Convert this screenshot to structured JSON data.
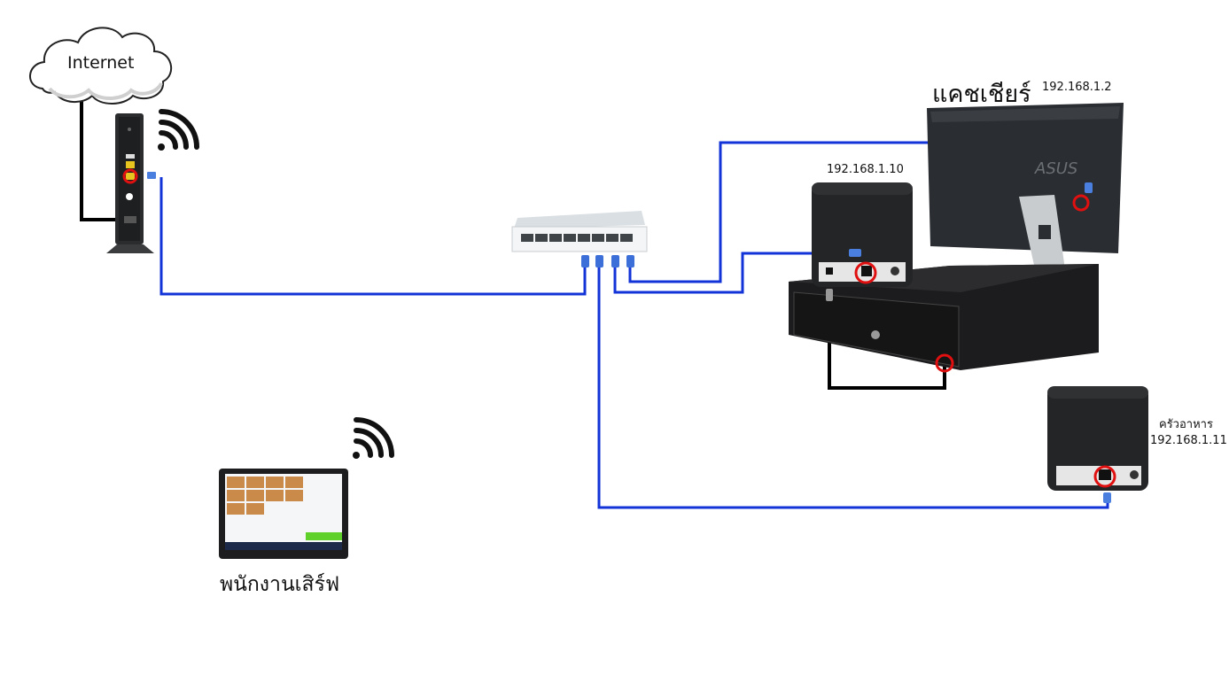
{
  "diagram": {
    "title": "POS network diagram",
    "colors": {
      "lan_cable": "#1133d8",
      "drawer_cable": "#000000",
      "internet_cable": "#000000",
      "highlight_ring": "#e01010",
      "device_dark": "#222426",
      "tablet_accent": "#5fd12a"
    },
    "nodes": [
      {
        "id": "internet",
        "label": "Internet",
        "icon": "cloud-icon"
      },
      {
        "id": "router",
        "label": "",
        "icon": "router-icon",
        "wireless": true
      },
      {
        "id": "switch",
        "label": "",
        "icon": "network-switch-icon",
        "ports": 8
      },
      {
        "id": "cashier",
        "label": "แคชเชียร์",
        "ip": "192.168.1.2",
        "icon": "all-in-one-pc-icon"
      },
      {
        "id": "receipt_printer",
        "label": "",
        "ip": "192.168.1.10",
        "icon": "receipt-printer-icon"
      },
      {
        "id": "cash_drawer",
        "label": "",
        "icon": "cash-drawer-icon"
      },
      {
        "id": "kitchen_printer",
        "label": "ครัวอาหาร",
        "ip": "192.168.1.11",
        "icon": "kitchen-printer-icon"
      },
      {
        "id": "waiter_tablet",
        "label": "พนักงานเสิร์ฟ",
        "icon": "tablet-icon",
        "wireless": true
      }
    ],
    "edges": [
      {
        "from": "internet",
        "to": "router",
        "type": "wan"
      },
      {
        "from": "router",
        "to": "switch",
        "type": "lan"
      },
      {
        "from": "switch",
        "to": "cashier",
        "type": "lan"
      },
      {
        "from": "switch",
        "to": "receipt_printer",
        "type": "lan"
      },
      {
        "from": "switch",
        "to": "kitchen_printer",
        "type": "lan"
      },
      {
        "from": "receipt_printer",
        "to": "cash_drawer",
        "type": "rj11"
      },
      {
        "from": "router",
        "to": "waiter_tablet",
        "type": "wifi"
      }
    ]
  }
}
